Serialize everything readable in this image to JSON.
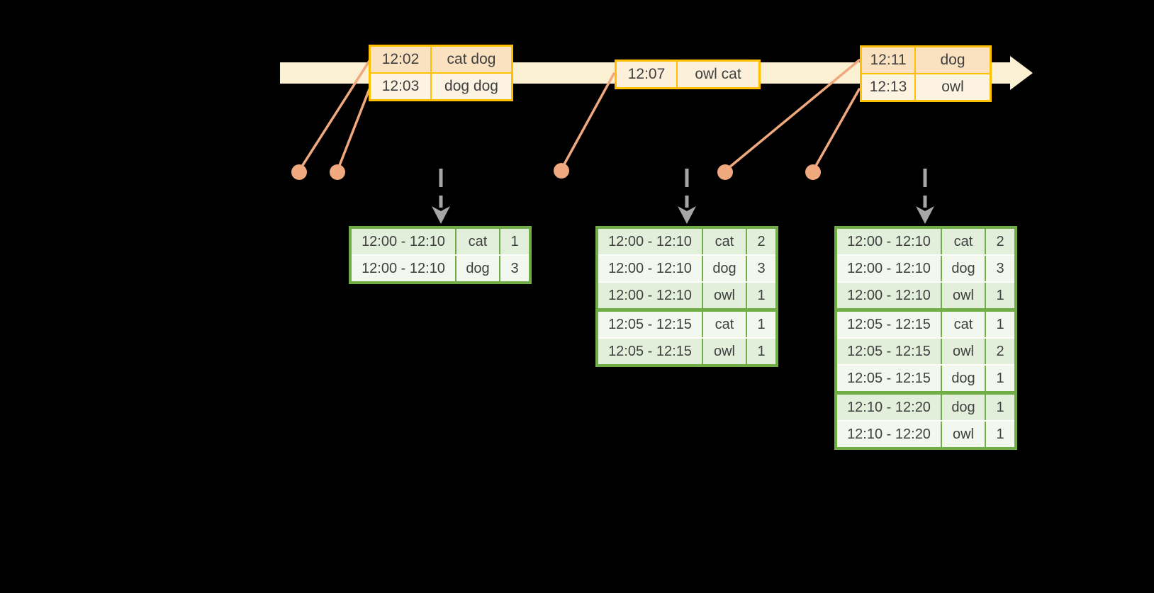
{
  "theme": {
    "gold": "#FFC000",
    "green": "#70AD47",
    "cream": "#FBF1D2",
    "peach": "#FAE2C1",
    "peach_light": "#FDF3E2",
    "cream_row": "#FCF0DB",
    "row_dark": "#E2EFDA",
    "row_light": "#F2F8EE",
    "orange": "#F0A87E",
    "gray": "#A6A6A6",
    "ink": "#3F3F3F"
  },
  "icons": {
    "timeline_arrow": "right-arrow",
    "trigger_arrow": "dashed-down-arrow",
    "event_marker": "dot"
  },
  "event_tables": [
    {
      "rows": [
        {
          "time": "12:02",
          "words": "cat dog"
        },
        {
          "time": "12:03",
          "words": "dog dog"
        }
      ]
    },
    {
      "rows": [
        {
          "time": "12:07",
          "words": "owl cat"
        }
      ]
    },
    {
      "rows": [
        {
          "time": "12:11",
          "words": "dog"
        },
        {
          "time": "12:13",
          "words": "owl"
        }
      ]
    }
  ],
  "result_tables": [
    {
      "rows": [
        {
          "window": "12:00 - 12:10",
          "word": "cat",
          "count": "1"
        },
        {
          "window": "12:00 - 12:10",
          "word": "dog",
          "count": "3"
        }
      ]
    },
    {
      "rows": [
        {
          "window": "12:00 - 12:10",
          "word": "cat",
          "count": "2"
        },
        {
          "window": "12:00 - 12:10",
          "word": "dog",
          "count": "3"
        },
        {
          "window": "12:00 - 12:10",
          "word": "owl",
          "count": "1"
        },
        {
          "window": "12:05 - 12:15",
          "word": "cat",
          "count": "1"
        },
        {
          "window": "12:05 - 12:15",
          "word": "owl",
          "count": "1"
        }
      ]
    },
    {
      "rows": [
        {
          "window": "12:00 - 12:10",
          "word": "cat",
          "count": "2"
        },
        {
          "window": "12:00 - 12:10",
          "word": "dog",
          "count": "3"
        },
        {
          "window": "12:00 - 12:10",
          "word": "owl",
          "count": "1"
        },
        {
          "window": "12:05 - 12:15",
          "word": "cat",
          "count": "1"
        },
        {
          "window": "12:05 - 12:15",
          "word": "owl",
          "count": "2"
        },
        {
          "window": "12:05 - 12:15",
          "word": "dog",
          "count": "1"
        },
        {
          "window": "12:10 - 12:20",
          "word": "dog",
          "count": "1"
        },
        {
          "window": "12:10 - 12:20",
          "word": "owl",
          "count": "1"
        }
      ]
    }
  ]
}
